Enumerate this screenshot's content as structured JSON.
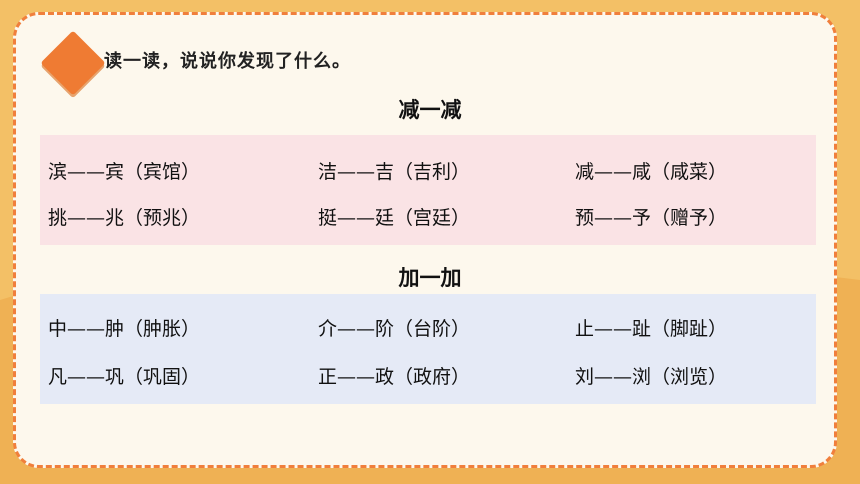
{
  "instruction": "读一读，说说你发现了什么。",
  "sections": [
    {
      "title": "减一减",
      "rows": [
        [
          "滨——宾（宾馆）",
          "洁——吉（吉利）",
          "减——咸（咸菜）"
        ],
        [
          "挑——兆（预兆）",
          "挺——廷（宫廷）",
          "预——予（赠予）"
        ]
      ]
    },
    {
      "title": "加一加",
      "rows": [
        [
          "中——肿（肿胀）",
          "介——阶（台阶）",
          "止——趾（脚趾）"
        ],
        [
          "凡——巩（巩固）",
          "正——政（政府）",
          "刘——浏（浏览）"
        ]
      ]
    }
  ],
  "colors": {
    "background": "#f3c066",
    "card": "#fdf8ed",
    "accent": "#ef7b33",
    "panel_pink": "#fae3e5",
    "panel_blue": "#e5eaf6"
  }
}
